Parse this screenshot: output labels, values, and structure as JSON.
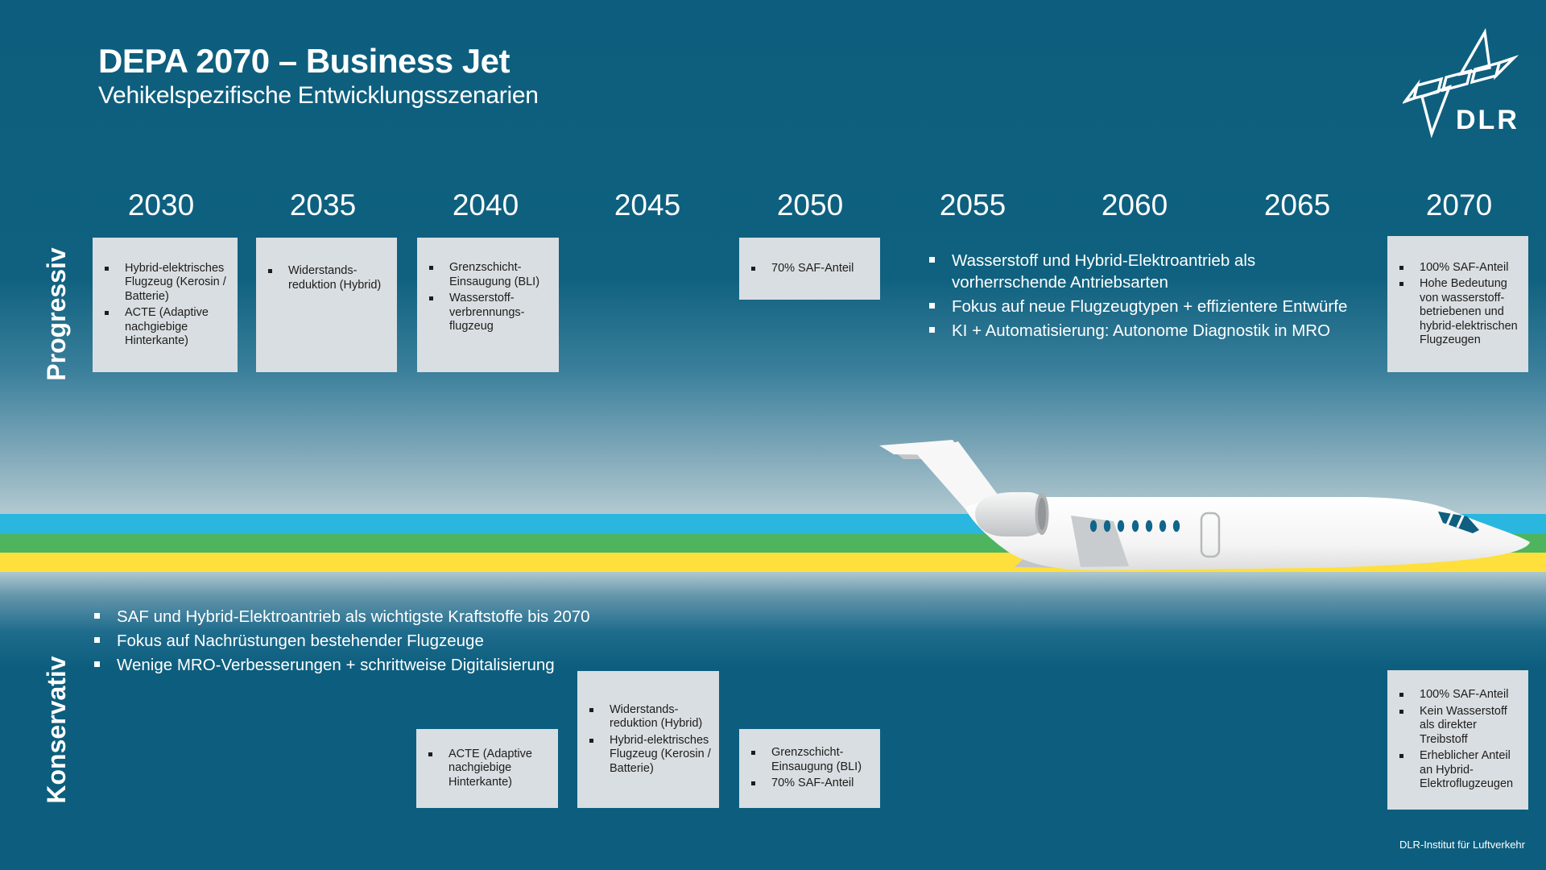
{
  "slide": {
    "title": "DEPA 2070 – Business Jet",
    "subtitle": "Vehikelspezifische Entwicklungsszenarien",
    "footer": "DLR-Institut für Luftverkehr",
    "logo_text": "DLR"
  },
  "colors": {
    "background_teal": "#0D5E7E",
    "stripe_cyan": "#29B7DF",
    "stripe_green": "#4EB45E",
    "stripe_yellow": "#FFDF3C",
    "box_background": "#D9DEE2",
    "box_text": "#1D1D1B",
    "text_white": "#FFFFFF"
  },
  "timeline": {
    "years": [
      "2030",
      "2035",
      "2040",
      "2045",
      "2050",
      "2055",
      "2060",
      "2065",
      "2070"
    ]
  },
  "progressive": {
    "label": "Progressiv",
    "box_2030": {
      "year": "2030",
      "items": [
        "Hybrid-elektrisches Flugzeug (Kerosin / Batterie)",
        "ACTE (Adaptive nachgiebige Hinterkante)"
      ]
    },
    "box_2035": {
      "year": "2035",
      "items": [
        "Widerstands-reduktion (Hybrid)"
      ]
    },
    "box_2040": {
      "year": "2040",
      "items": [
        "Grenzschicht-Einsaugung (BLI)",
        "Wasserstoff-verbrennungs-flugzeug"
      ]
    },
    "box_2050": {
      "year": "2050",
      "items": [
        "70% SAF-Anteil"
      ]
    },
    "notes_2055": {
      "year": "2055",
      "items": [
        "Wasserstoff und Hybrid-Elektroantrieb als vorherrschende Antriebsarten",
        "Fokus auf neue Flugzeugtypen + effizientere Entwürfe",
        "KI + Automatisierung: Autonome Diagnostik in MRO"
      ]
    },
    "box_2070": {
      "year": "2070",
      "items": [
        "100% SAF-Anteil",
        "Hohe Bedeutung von wasserstoff-betriebenen und hybrid-elektrischen Flugzeugen"
      ]
    }
  },
  "conservative": {
    "label": "Konservativ",
    "notes": {
      "items": [
        "SAF und Hybrid-Elektroantrieb als wichtigste Kraftstoffe bis 2070",
        "Fokus auf Nachrüstungen bestehender Flugzeuge",
        "Wenige MRO-Verbesserungen + schrittweise Digitalisierung"
      ]
    },
    "box_2040": {
      "year": "2040",
      "items": [
        "ACTE (Adaptive nachgiebige Hinterkante)"
      ]
    },
    "box_2045": {
      "year": "2045",
      "items": [
        "Widerstands-reduktion (Hybrid)",
        "Hybrid-elektrisches Flugzeug (Kerosin / Batterie)"
      ]
    },
    "box_2050": {
      "year": "2050",
      "items": [
        "Grenzschicht-Einsaugung (BLI)",
        "70% SAF-Anteil"
      ]
    },
    "box_2070": {
      "year": "2070",
      "items": [
        "100% SAF-Anteil",
        "Kein Wasserstoff als direkter Treibstoff",
        "Erheblicher Anteil an Hybrid-Elektroflugzeugen"
      ]
    }
  }
}
